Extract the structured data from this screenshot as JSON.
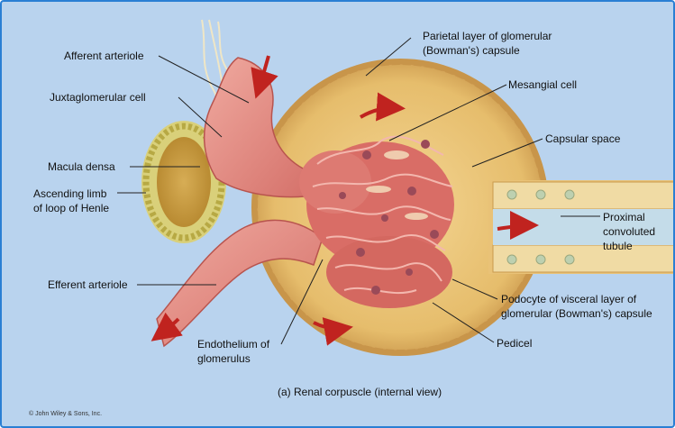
{
  "labels": {
    "afferent": "Afferent arteriole",
    "juxta": "Juxtaglomerular cell",
    "macula": "Macula densa",
    "ascending_1": "Ascending limb",
    "ascending_2": "of loop of Henle",
    "efferent": "Efferent arteriole",
    "endo_1": "Endothelium of",
    "endo_2": "glomerulus",
    "parietal_1": "Parietal layer of glomerular",
    "parietal_2": "(Bowman's) capsule",
    "mesangial": "Mesangial cell",
    "capsular": "Capsular space",
    "proximal_1": "Proximal",
    "proximal_2": "convoluted",
    "proximal_3": "tubule",
    "podocyte_1": "Podocyte of visceral layer of",
    "podocyte_2": "glomerular (Bowman's) capsule",
    "pedicel": "Pedicel"
  },
  "caption": "(a) Renal corpuscle (internal view)",
  "copyright": "© John Wiley & Sons, Inc.",
  "colors": {
    "background": "#b9d3ee",
    "frame_border": "#2a7fd4",
    "capsule": "#e9c277",
    "vessel": "#e48f86",
    "arrow": "#c0231f"
  }
}
